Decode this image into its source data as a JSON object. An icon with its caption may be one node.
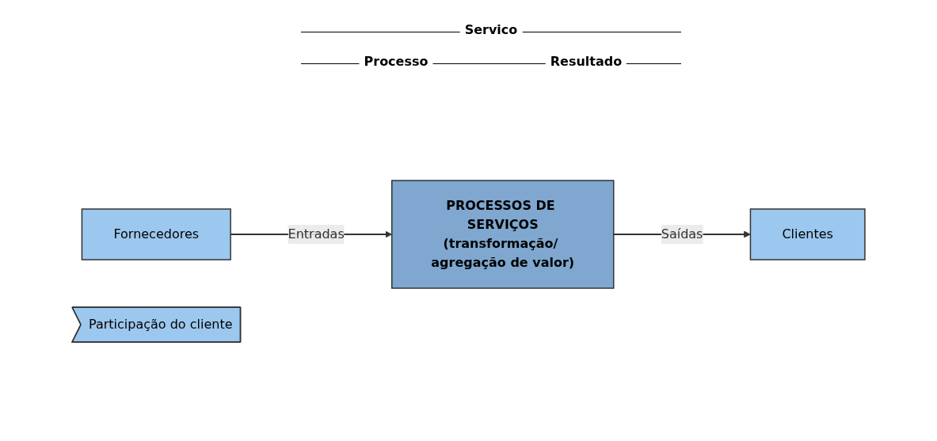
{
  "diagram": {
    "nodes": [
      {
        "text": [
          "Fornecedores"
        ]
      },
      {
        "text": [
          "PROCESSOS DE SERVIÇOS",
          "(transformação/ agregação de valor)"
        ]
      },
      {
        "text": [
          "Clientes"
        ]
      },
      {
        "text": [
          "Participação do cliente"
        ]
      }
    ],
    "edges": [
      {
        "from": 0,
        "to": 1,
        "arrow": "to",
        "label": "Entradas"
      },
      {
        "from": 1,
        "to": 2,
        "arrow": "to",
        "label": "Saídas"
      }
    ],
    "labels": [
      "Servico",
      "Processo",
      "Resultado"
    ]
  }
}
